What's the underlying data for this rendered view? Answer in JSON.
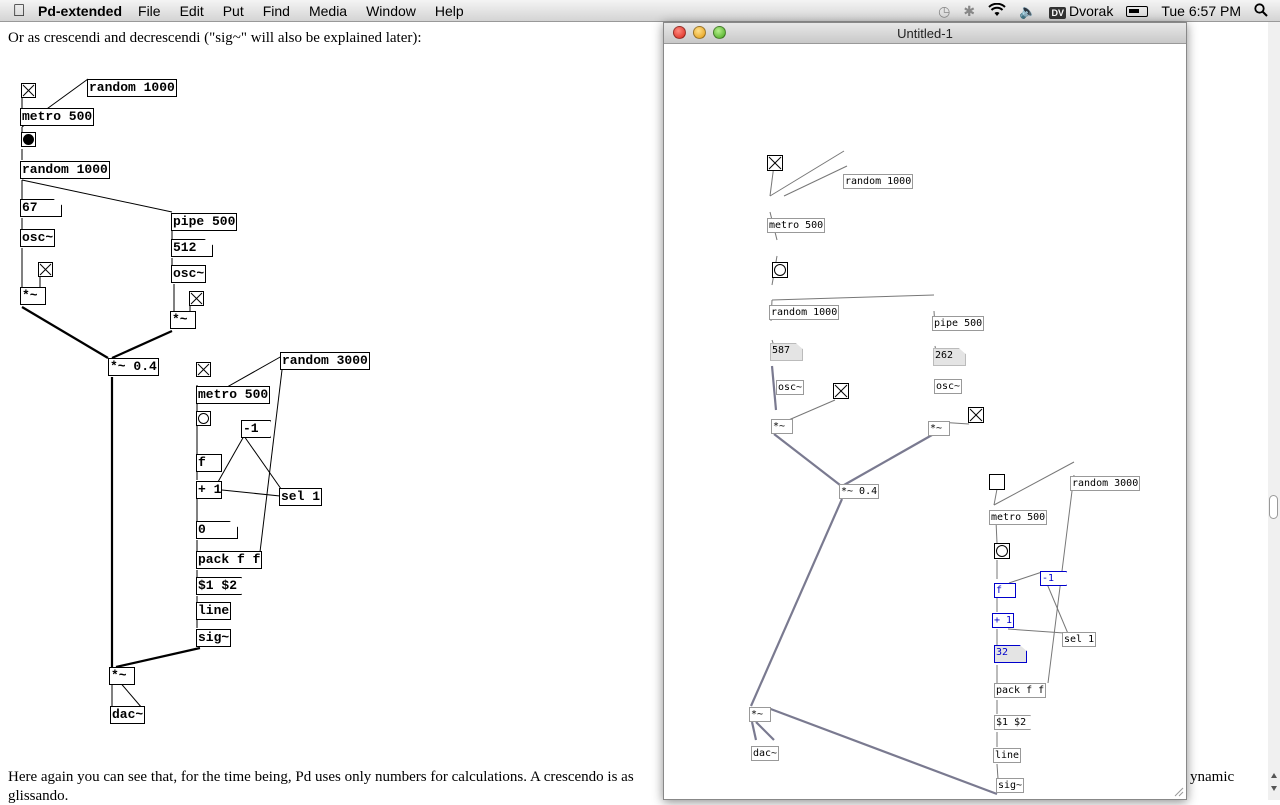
{
  "menubar": {
    "apple_icon": "apple-logo",
    "app_name": "Pd-extended",
    "menus": [
      "File",
      "Edit",
      "Put",
      "Find",
      "Media",
      "Window",
      "Help"
    ],
    "input_source": "Dvorak",
    "input_badge": "DV",
    "clock": "Tue 6:57 PM"
  },
  "doc": {
    "intro": "Or as crescendi and decrescendi (\"sig~\" will also be explained later):",
    "footer_line1": "Here again you can see that, for the time being, Pd uses only numbers for calculations. A crescendo is as",
    "footer_line1_end": "ynamic",
    "footer_line2": "glissando."
  },
  "left_patch": {
    "random1000a": "random 1000",
    "metro500": "metro 500",
    "random1000b": "random 1000",
    "num67": "67",
    "osc1": "osc~",
    "pipe500": "pipe 500",
    "num512": "512",
    "osc2": "osc~",
    "mul1": "*~",
    "mul2": "*~",
    "mul04": "*~ 0.4",
    "random3000": "random 3000",
    "metro500b": "metro 500",
    "msg_neg1": "-1",
    "f": "f",
    "plus1": "+ 1",
    "sel1": "sel 1",
    "num0": "0",
    "pack": "pack f f",
    "msg_s1s2": "$1 $2",
    "line": "line",
    "sig": "sig~",
    "mul3": "*~",
    "dac": "dac~"
  },
  "window": {
    "title": "Untitled-1",
    "random1000a": "random 1000",
    "metro500": "metro 500",
    "random1000b": "random 1000",
    "num587": "587",
    "osc1": "osc~",
    "pipe500": "pipe 500",
    "num262": "262",
    "osc2": "osc~",
    "mul1": "*~",
    "mul2": "*~",
    "mul04": "*~ 0.4",
    "random3000": "random 3000",
    "metro500b": "metro 500",
    "msg_neg1": "-1",
    "f": "f",
    "plus1": "+ 1",
    "sel1": "sel 1",
    "num32": "32",
    "pack": "pack f f",
    "msg_s1s2": "$1 $2",
    "line": "line",
    "sig": "sig~",
    "mul3": "*~",
    "dac": "dac~"
  }
}
